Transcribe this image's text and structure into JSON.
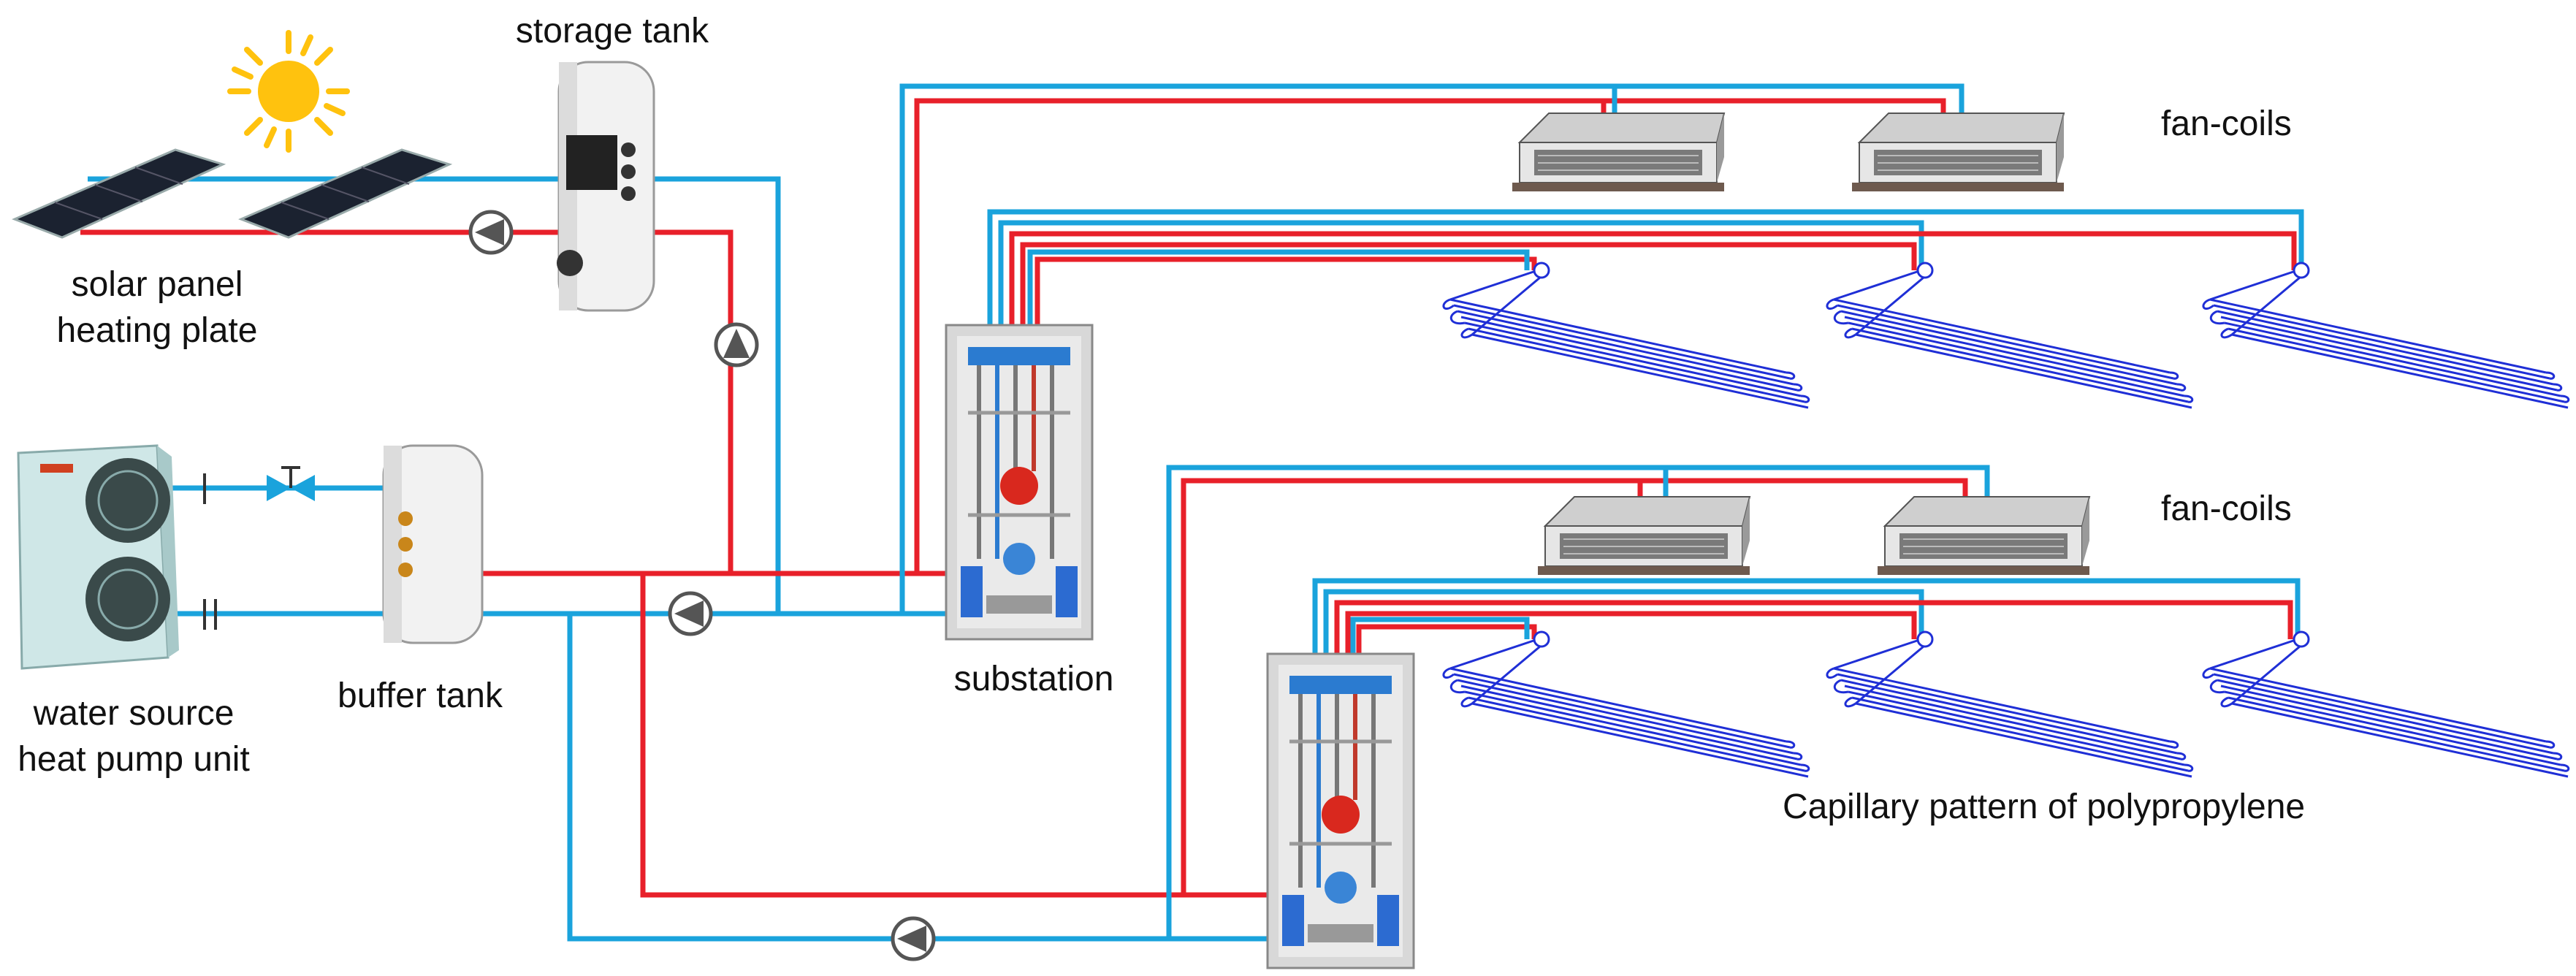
{
  "labels": {
    "storage_tank": "storage tank",
    "solar_panel_1": "solar panel",
    "solar_panel_2": "heating plate",
    "heat_pump_1": "water source",
    "heat_pump_2": "heat pump unit",
    "buffer_tank": "buffer tank",
    "substation": "substation",
    "fan_coils_top": "fan-coils",
    "fan_coils_bottom": "fan-coils",
    "capillary": "Capillary pattern of polypropylene"
  },
  "colors": {
    "supply": "#e8202a",
    "return": "#1aa3dc",
    "capillary": "#1f2fd6",
    "sun": "#ffc20e"
  },
  "icons": [
    "sun-icon",
    "solar-panel-icon",
    "storage-tank-icon",
    "heat-pump-icon",
    "buffer-tank-icon",
    "substation-icon",
    "fan-coil-icon",
    "capillary-mat-icon",
    "circulation-pump-icon",
    "valve-icon"
  ]
}
